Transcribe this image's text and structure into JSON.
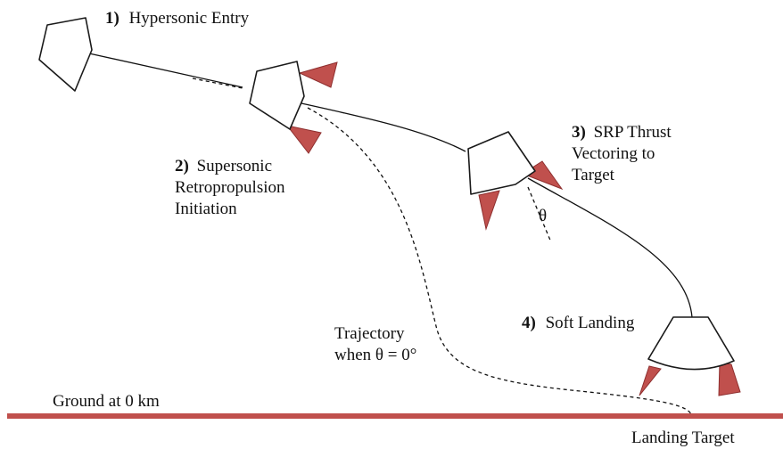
{
  "stages": {
    "hypersonic": {
      "number": "1)",
      "label": "Hypersonic Entry"
    },
    "supersonic": {
      "number": "2)",
      "lines": [
        "Supersonic",
        "Retropropulsion",
        "Initiation"
      ]
    },
    "vectoring": {
      "number": "3)",
      "lines": [
        "SRP Thrust",
        "Vectoring to",
        "Target"
      ]
    },
    "landing": {
      "number": "4)",
      "label": "Soft Landing"
    }
  },
  "angle_symbol": "θ",
  "reference_trajectory": {
    "lines": [
      "Trajectory",
      "when θ = 0°"
    ]
  },
  "ground": {
    "label": "Ground at 0 km"
  },
  "target": {
    "label": "Landing Target"
  },
  "colors": {
    "ground_line": "#c0504d",
    "thruster_plume": "#c0504d",
    "vehicle_outline": "#1a1a1a",
    "trajectory": "#111111"
  }
}
